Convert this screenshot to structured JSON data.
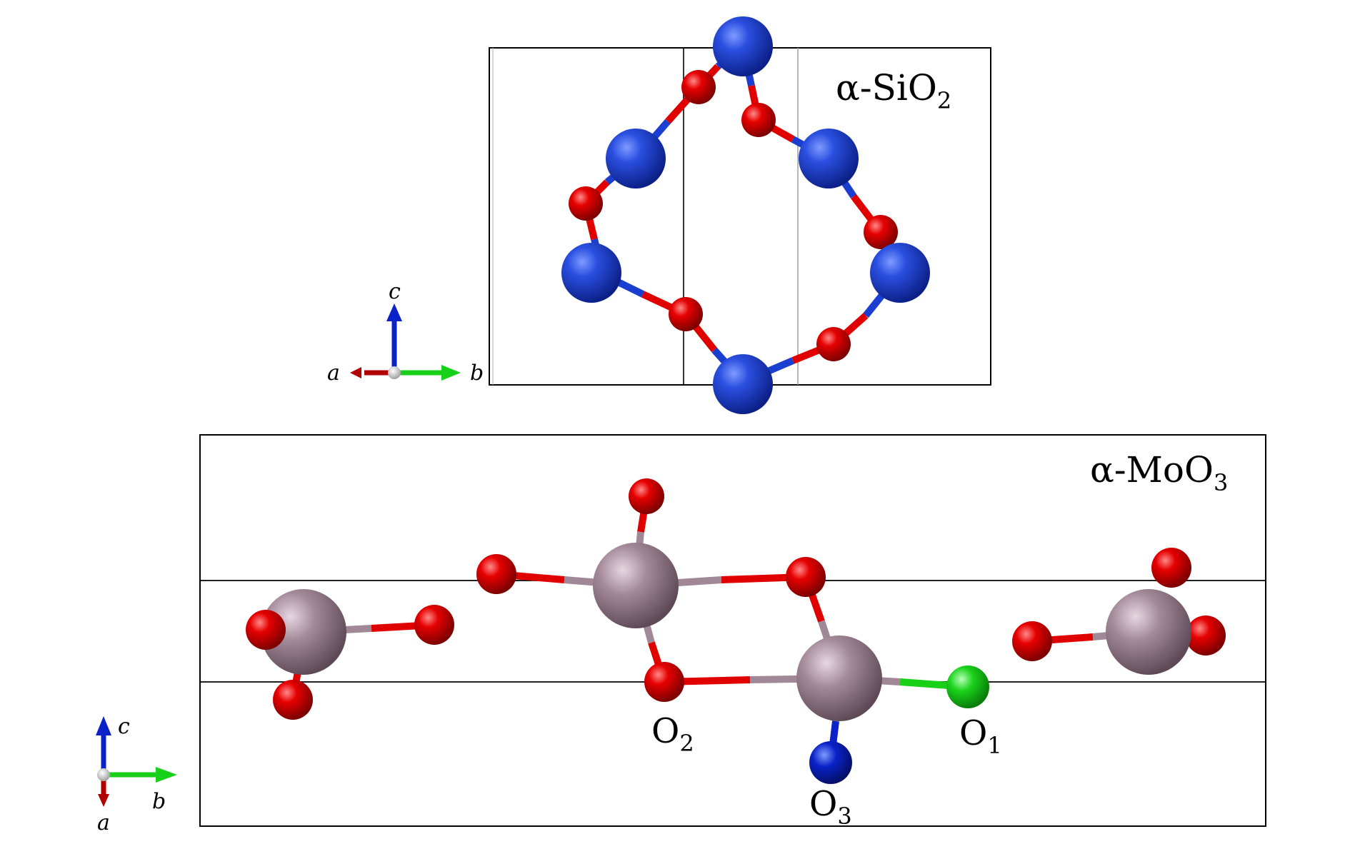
{
  "top_panel": {
    "title_prefix": "α-SiO",
    "title_subscript": "2",
    "axes": {
      "up": "c",
      "right": "b",
      "out": "a"
    }
  },
  "bottom_panel": {
    "title_prefix": "α-MoO",
    "title_subscript": "3",
    "axes": {
      "up": "c",
      "right": "b",
      "out": "a"
    },
    "labels": [
      {
        "prefix": "O",
        "subscript": "2"
      },
      {
        "prefix": "O",
        "subscript": "1"
      },
      {
        "prefix": "O",
        "subscript": "3"
      }
    ]
  },
  "colors": {
    "silicon": "#1a3fd0",
    "oxygen": "#e00000",
    "molybdenum": "#a08896",
    "o1_highlight": "#18d018",
    "o3_highlight": "#0a22c8",
    "axis_a": "#b00000",
    "axis_b": "#18d018",
    "axis_c": "#0a22c8"
  }
}
